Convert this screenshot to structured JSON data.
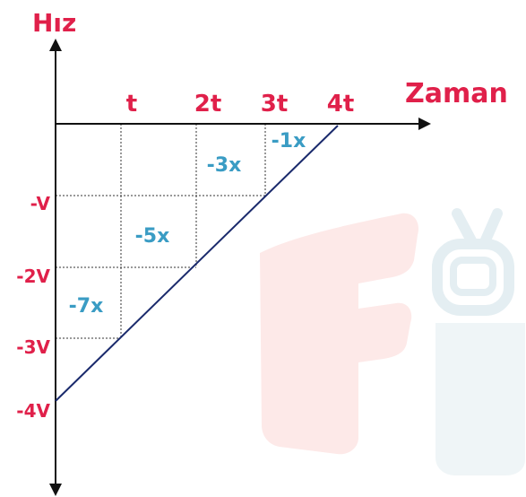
{
  "axes": {
    "y_title": "Hız",
    "x_title": "Zaman"
  },
  "time_ticks": [
    "t",
    "2t",
    "3t",
    "4t"
  ],
  "velocity_ticks": [
    "-V",
    "-2V",
    "-3V",
    "-4V"
  ],
  "area_labels": [
    "-1x",
    "-3x",
    "-5x",
    "-7x"
  ],
  "colors": {
    "label_red": "#e0204a",
    "area_blue": "#3a9cc4",
    "line_navy": "#1a2a6c",
    "axis_black": "#111111",
    "watermark": "#fde9e8"
  },
  "chart_data": {
    "type": "line",
    "x": [
      "0",
      "t",
      "2t",
      "3t",
      "4t"
    ],
    "y": [
      "-4V",
      "-3V",
      "-2V",
      "-V",
      "0"
    ],
    "xlabel": "Zaman",
    "ylabel": "Hız"
  }
}
